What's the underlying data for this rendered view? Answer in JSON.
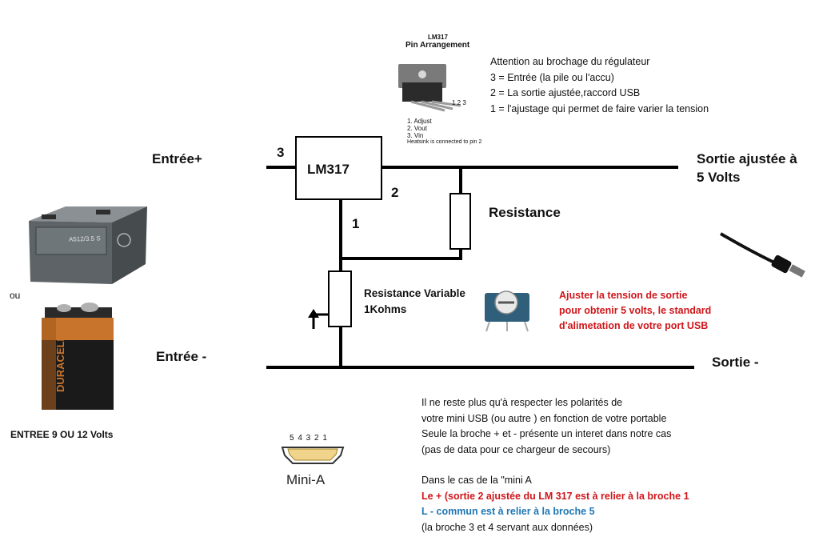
{
  "regulator": {
    "name": "LM317",
    "pin_in": "3",
    "pin_out": "2",
    "pin_adj": "1"
  },
  "pinout_card": {
    "title": "LM317",
    "subtitle": "Pin Arrangement",
    "pins": [
      "1. Adjust",
      "2. Vout",
      "3. Vin"
    ],
    "note": "Heatsink is connected to pin 2",
    "pin_numbers": "1 2 3"
  },
  "attention_note": [
    "Attention au brochage du régulateur",
    "3 = Entrée (la pile ou l'accu)",
    "2 = La sortie ajustée,raccord USB",
    "1 = l'ajustage qui permet de faire varier la tension"
  ],
  "labels": {
    "input_plus": "Entrée+",
    "input_minus": "Entrée  -",
    "output_adjusted_line1": "Sortie ajustée à",
    "output_adjusted_line2": "5 Volts",
    "output_minus": "Sortie  -",
    "resistance": "Resistance",
    "variable_resistance_line1": "Resistance Variable",
    "variable_resistance_line2": "1Kohms",
    "or": "ou",
    "input_voltage": "ENTREE 9 OU 12 Volts"
  },
  "battery_text": {
    "sealed": "A512/3.5 S",
    "alkaline": "DURACELL"
  },
  "adjust_note": [
    "Ajuster la tension de sortie",
    "pour obtenir 5 volts, le standard",
    "d'alimetation de votre port USB"
  ],
  "usb": {
    "pins": "5 4 3 2 1",
    "name": "Mini-A"
  },
  "bottom_note": {
    "lines": [
      "Il ne reste plus qu'à respecter les polarités de",
      "votre mini USB (ou autre ) en fonction de votre portable",
      "Seule la broche  +  et  -  présente un interet dans notre cas",
      "(pas de data pour ce chargeur de secours)"
    ],
    "case_line": "Dans le cas de la \"mini A",
    "plus_line": "Le  +  (sortie 2 ajustée du LM 317 est à relier à  la broche 1",
    "minus_line": "L   -  commun est à relier à la broche 5",
    "data_line": "(la broche 3 et 4 servant aux données)"
  },
  "colors": {
    "wire": "#000000",
    "warning_red": "#d0161b",
    "info_blue": "#1f77b4",
    "battery_sealed_gray": "#5d6366",
    "battery_duracell_copper": "#c8742c",
    "battery_duracell_black": "#1a1a1a"
  }
}
